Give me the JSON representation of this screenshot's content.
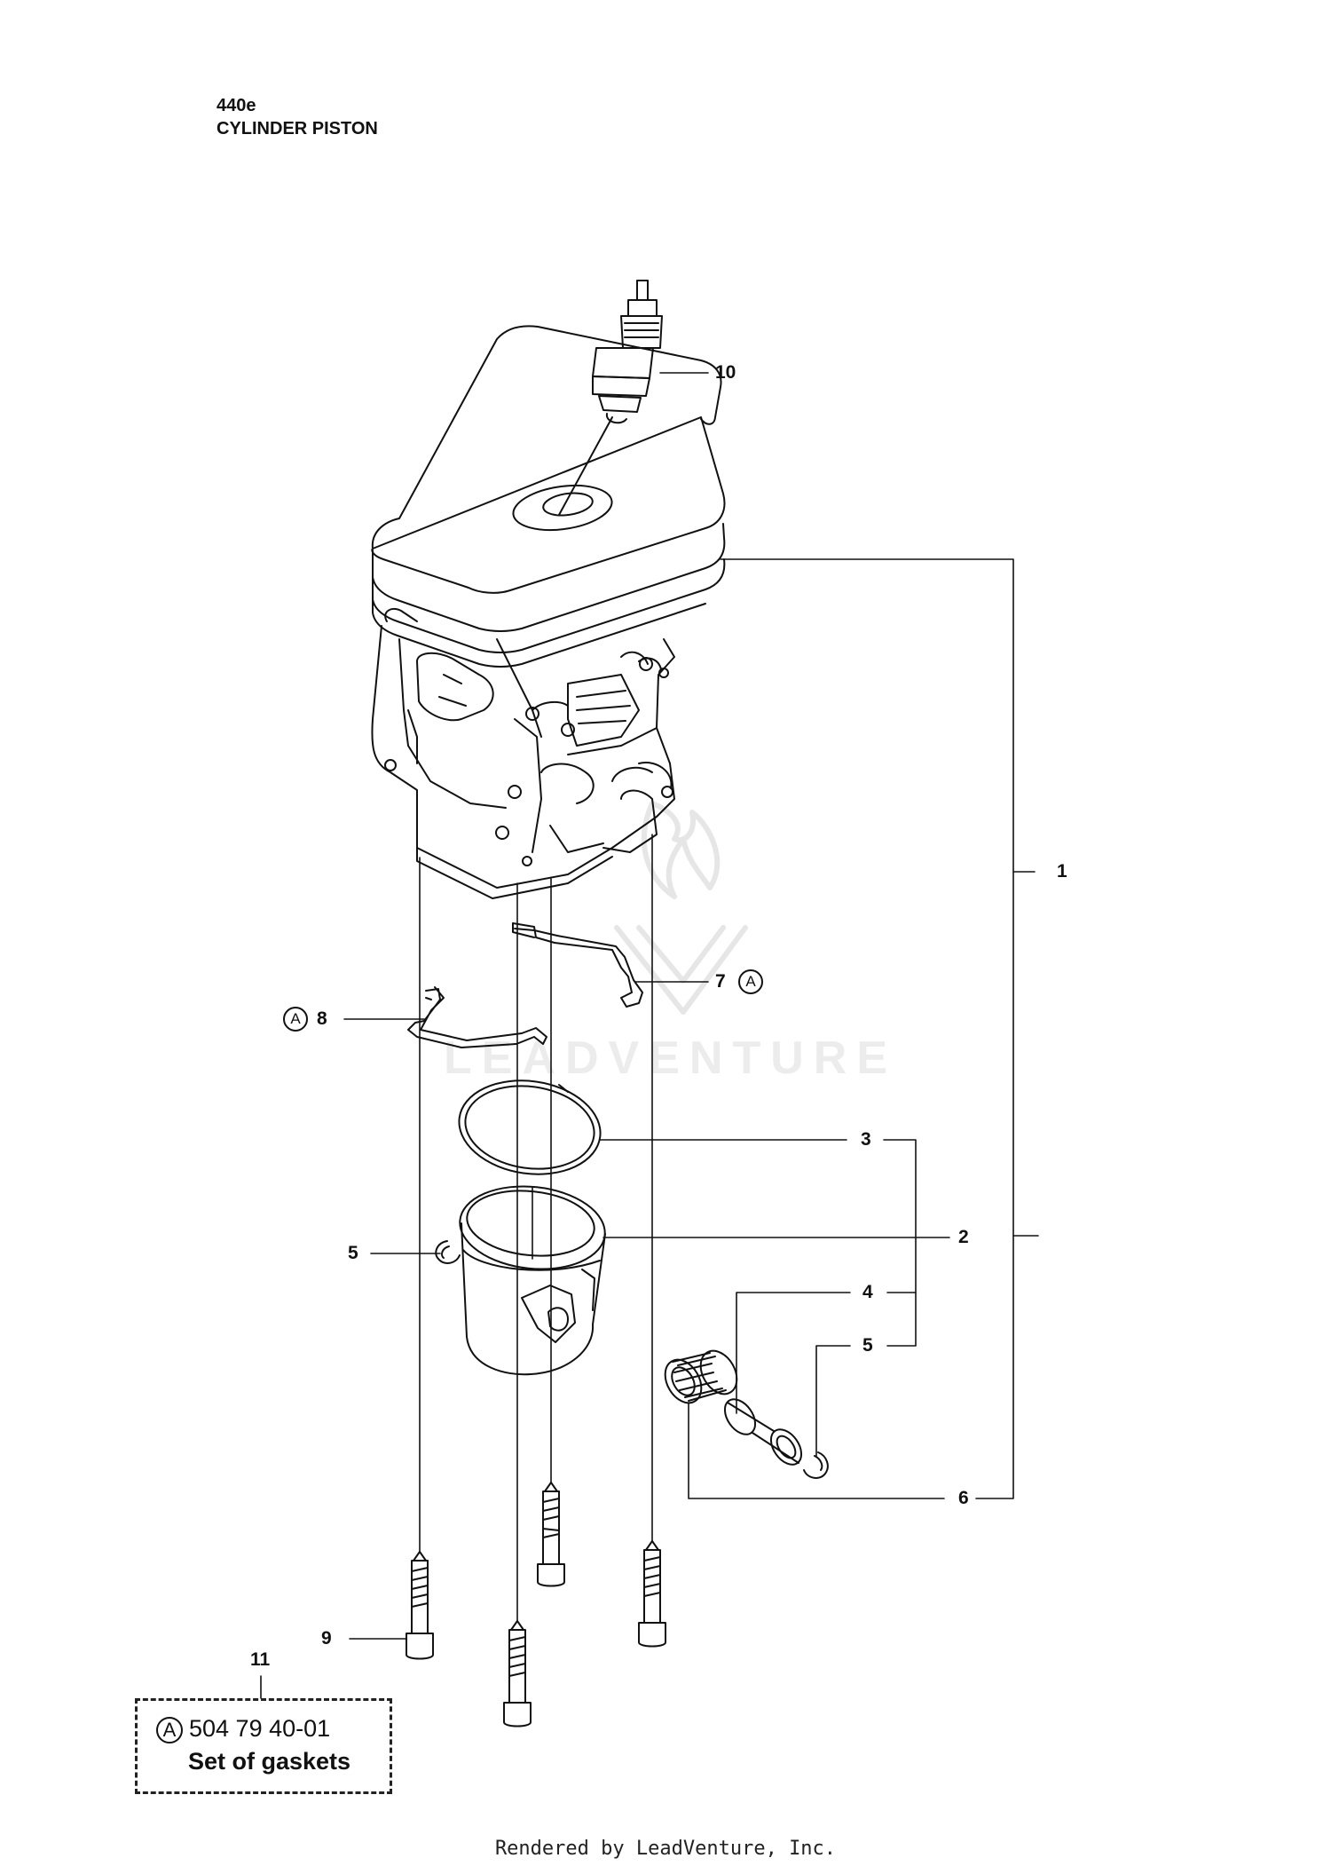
{
  "header": {
    "model": "440e",
    "section": "CYLINDER PISTON"
  },
  "callouts": {
    "c1": "1",
    "c2": "2",
    "c3": "3",
    "c4": "4",
    "c5a": "5",
    "c5b": "5",
    "c6": "6",
    "c7": "7",
    "c8": "8",
    "c9": "9",
    "c10": "10",
    "c11": "11"
  },
  "kit_marker": "A",
  "kit": {
    "marker": "A",
    "part_number": "504 79 40-01",
    "description": "Set of gaskets"
  },
  "watermark": "LEADVENTURE",
  "footer": "Rendered by LeadVenture, Inc."
}
